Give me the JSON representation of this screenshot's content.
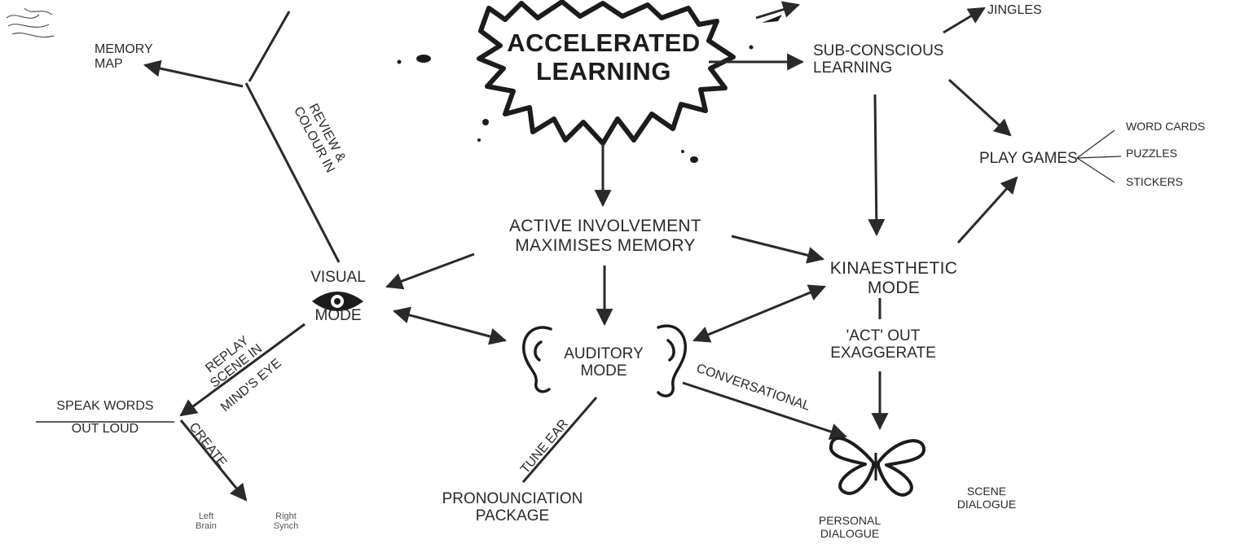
{
  "center": {
    "line1": "ACCELERATED",
    "line2": "LEARNING"
  },
  "nodes": {
    "jingles": "JINGLES",
    "subconscious": [
      "SUB-CONSCIOUS",
      "LEARNING"
    ],
    "memory_map": [
      "MEMORY",
      "MAP"
    ],
    "play_games": "PLAY GAMES",
    "word_cards": "WORD CARDS",
    "puzzles": "PUZZLES",
    "stickers": "STICKERS",
    "active_involvement": [
      "ACTIVE INVOLVEMENT",
      "MAXIMISES MEMORY"
    ],
    "visual": [
      "VISUAL",
      "MODE"
    ],
    "kinaesthetic": [
      "KINAESTHETIC",
      "MODE"
    ],
    "auditory": [
      "AUDITORY",
      "MODE"
    ],
    "act_out": [
      "'ACT' OUT",
      "EXAGGERATE"
    ],
    "speak_words": [
      "SPEAK WORDS",
      "OUT LOUD"
    ],
    "pronounciation": [
      "PRONOUNCIATION",
      "PACKAGE"
    ],
    "scene_dialogue": [
      "SCENE",
      "DIALOGUE"
    ],
    "personal_dialogue": [
      "PERSONAL",
      "DIALOGUE"
    ],
    "left_brain": [
      "Left",
      "Brain"
    ],
    "right_synch": [
      "Right",
      "Synch"
    ]
  },
  "edge_labels": {
    "review_colour": [
      "REVIEW &",
      "COLOUR IN"
    ],
    "replay_scene": [
      "REPLAY",
      "SCENE IN"
    ],
    "minds_eye": "MIND'S EYE",
    "create": "CREATE",
    "tune_ear": "TUNE EAR",
    "conversational": "CONVERSATIONAL"
  },
  "colors": {
    "ink": "#2a2a2a",
    "background": "#ffffff"
  }
}
